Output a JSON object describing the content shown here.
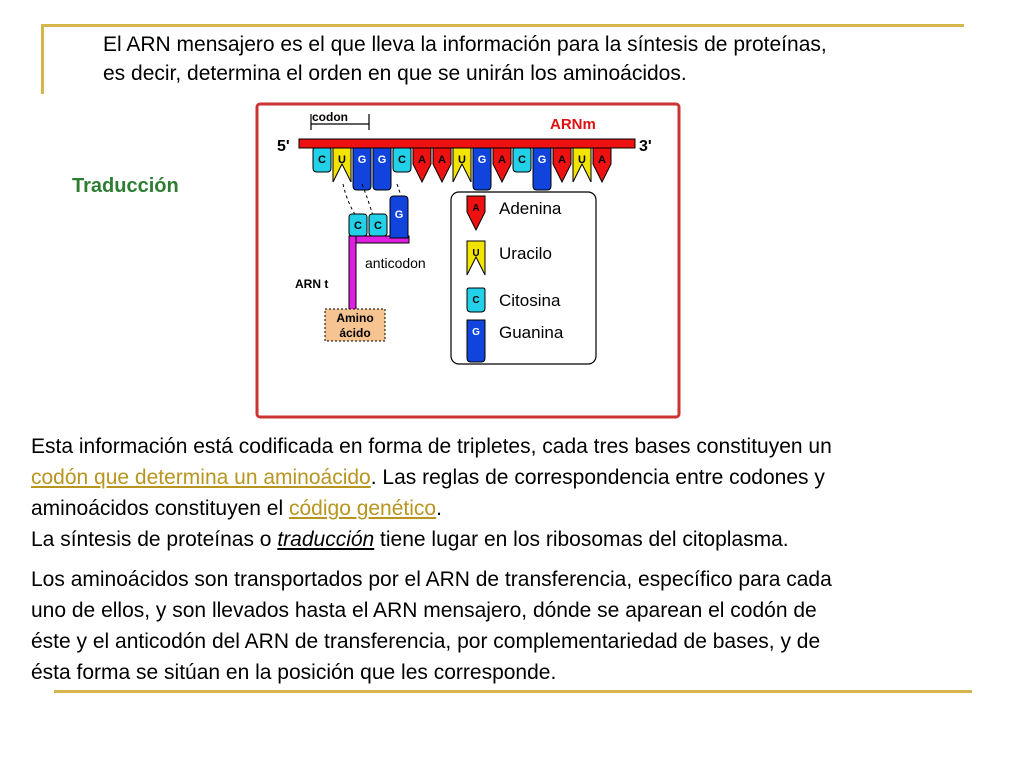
{
  "intro": {
    "line1": "El ARN mensajero es el que lleva la información para la síntesis de proteínas,",
    "line2": "es decir, determina el orden en que se unirán los aminoácidos."
  },
  "section_label": "Traducción",
  "diagram": {
    "codon_label": "codon",
    "strand_label": "ARNm",
    "five_prime": "5'",
    "three_prime": "3'",
    "mrna_bases": [
      "C",
      "U",
      "G",
      "G",
      "C",
      "A",
      "A",
      "U",
      "G",
      "A",
      "C",
      "G",
      "A",
      "U",
      "A"
    ],
    "anticodon_bases": [
      "C",
      "C",
      "G"
    ],
    "anticodon_label": "anticodon",
    "trna_label": "ARN t",
    "amino_line1": "Amino",
    "amino_line2": "ácido",
    "legend": [
      {
        "letter": "A",
        "name": "Adenina"
      },
      {
        "letter": "U",
        "name": "Uracilo"
      },
      {
        "letter": "C",
        "name": "Citosina"
      },
      {
        "letter": "G",
        "name": "Guanina"
      }
    ],
    "colors": {
      "A": "#ee1111",
      "U": "#f2e400",
      "C": "#22d0e8",
      "G": "#1144dd",
      "trna": "#e020e0",
      "frame": "#cc3333",
      "amino_fill": "#f5c490"
    }
  },
  "body": {
    "l1": "Esta información está codificada en forma de tripletes, cada tres bases constituyen un",
    "l2_link": "codón que determina un aminoácido",
    "l2_rest": ". Las reglas de correspondencia entre codones y",
    "l3_pre": "aminoácidos constituyen el ",
    "l3_link": "código genético",
    "l3_post": ".",
    "l4_pre": "La síntesis de proteínas o ",
    "l4_em": "traducción",
    "l4_post": " tiene lugar en los ribosomas del citoplasma.",
    "p2_l1": "Los aminoácidos son transportados por el ARN de transferencia, específico para cada",
    "p2_l2": "uno de ellos, y son llevados hasta el ARN mensajero, dónde se aparean el codón de",
    "p2_l3": "éste y el anticodón del ARN de transferencia, por complementariedad de bases, y de",
    "p2_l4": "ésta forma se sitúan en la posición que les corresponde."
  }
}
